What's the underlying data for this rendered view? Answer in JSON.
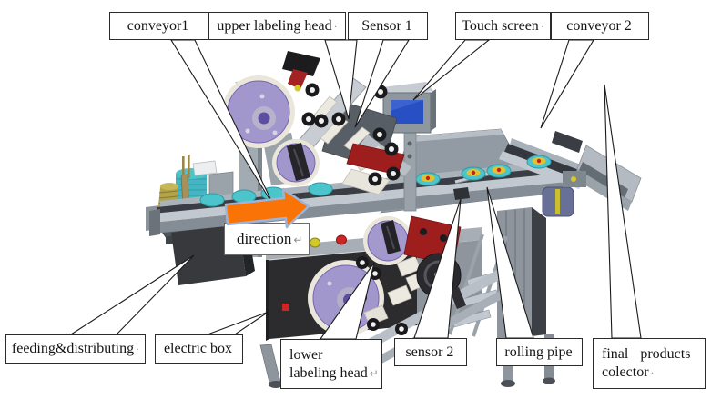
{
  "callouts": {
    "conveyor1": {
      "text": "conveyor1",
      "mark": ""
    },
    "upper_labeling_head": {
      "text": "upper labeling head",
      "mark": "·"
    },
    "sensor_1": {
      "text": "Sensor 1",
      "mark": ""
    },
    "touch_screen": {
      "text": "Touch screen",
      "mark": "·"
    },
    "conveyor_2": {
      "text": "conveyor 2",
      "mark": ""
    },
    "feeding_distributing": {
      "text": "feeding&distributing",
      "mark": "·"
    },
    "electric_box": {
      "text": "electric box",
      "mark": ""
    },
    "lower_labeling_head": {
      "line1": {
        "text": "lower",
        "mark": ""
      },
      "line2": {
        "text": "labeling head",
        "mark": "↵"
      }
    },
    "sensor_2": {
      "text": "sensor 2",
      "mark": ""
    },
    "rolling_pipe": {
      "text": "rolling pipe",
      "mark": ""
    },
    "final_products_colector": {
      "line1": {
        "text": "final products",
        "mark": ""
      },
      "line2": {
        "text": "colector",
        "mark": "·"
      }
    },
    "direction": {
      "text": "direction",
      "mark": "↵"
    }
  },
  "colors": {
    "arrow_orange": "#f97306",
    "arrow_outline": "#9db4d8",
    "label_roll_purple": "#8678c6",
    "puck_teal": "#4cc4cc",
    "puck_label_yellow": "#e2c232",
    "touch_screen_blue": "#2850c4",
    "machine_gray": "#9aa2ac",
    "panel_black": "#2c2c2e",
    "accent_red": "#9e1e1e",
    "indicator_yellow": "#d2ca2a",
    "indicator_red": "#cc2626"
  }
}
